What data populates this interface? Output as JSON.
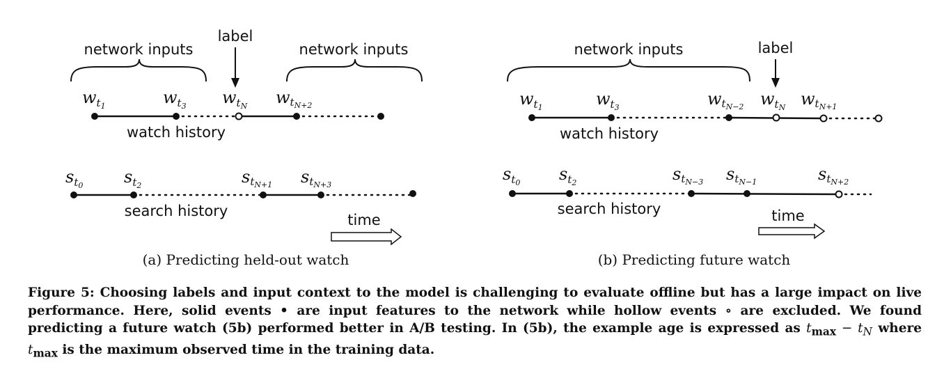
{
  "panel_a": {
    "network_inputs_left": "network inputs",
    "network_inputs_right": "network inputs",
    "label": "label",
    "watch_history": "watch history",
    "search_history": "search history",
    "time": "time",
    "caption": "(a) Predicting held-out watch",
    "watch_labels": [
      {
        "v": "w",
        "s": "t",
        "ss": "1"
      },
      {
        "v": "w",
        "s": "t",
        "ss": "3"
      },
      {
        "v": "w",
        "s": "t",
        "ss": "N"
      },
      {
        "v": "w",
        "s": "t",
        "ss": "N+2"
      }
    ],
    "search_labels": [
      {
        "v": "s",
        "s": "t",
        "ss": "0"
      },
      {
        "v": "s",
        "s": "t",
        "ss": "2"
      },
      {
        "v": "s",
        "s": "t",
        "ss": "N+1"
      },
      {
        "v": "s",
        "s": "t",
        "ss": "N+3"
      }
    ]
  },
  "panel_b": {
    "network_inputs": "network inputs",
    "label": "label",
    "watch_history": "watch history",
    "search_history": "search history",
    "time": "time",
    "caption": "(b) Predicting future watch",
    "watch_labels": [
      {
        "v": "w",
        "s": "t",
        "ss": "1"
      },
      {
        "v": "w",
        "s": "t",
        "ss": "3"
      },
      {
        "v": "w",
        "s": "t",
        "ss": "N−2"
      },
      {
        "v": "w",
        "s": "t",
        "ss": "N"
      },
      {
        "v": "w",
        "s": "t",
        "ss": "N+1"
      }
    ],
    "search_labels": [
      {
        "v": "s",
        "s": "t",
        "ss": "0"
      },
      {
        "v": "s",
        "s": "t",
        "ss": "2"
      },
      {
        "v": "s",
        "s": "t",
        "ss": "N−3"
      },
      {
        "v": "s",
        "s": "t",
        "ss": "N−1"
      },
      {
        "v": "s",
        "s": "t",
        "ss": "N+2"
      }
    ]
  },
  "caption": {
    "p1": "Figure 5: Choosing labels and input context to the model is challenging to evaluate offline but has a large impact on live performance. Here, solid events • are input features to the network while hollow events ∘ are excluded. We found predicting a future watch (5b) performed better in A/B testing. In (5b), the example age is expressed as ",
    "t_max_1": "t",
    "max_sub_1": "max",
    "minus": " − ",
    "t_n": "t",
    "n_sub": "N",
    "p2": " where ",
    "t_max_2": "t",
    "max_sub_2": "max",
    "p3": " is the maximum observed time in the training data."
  }
}
